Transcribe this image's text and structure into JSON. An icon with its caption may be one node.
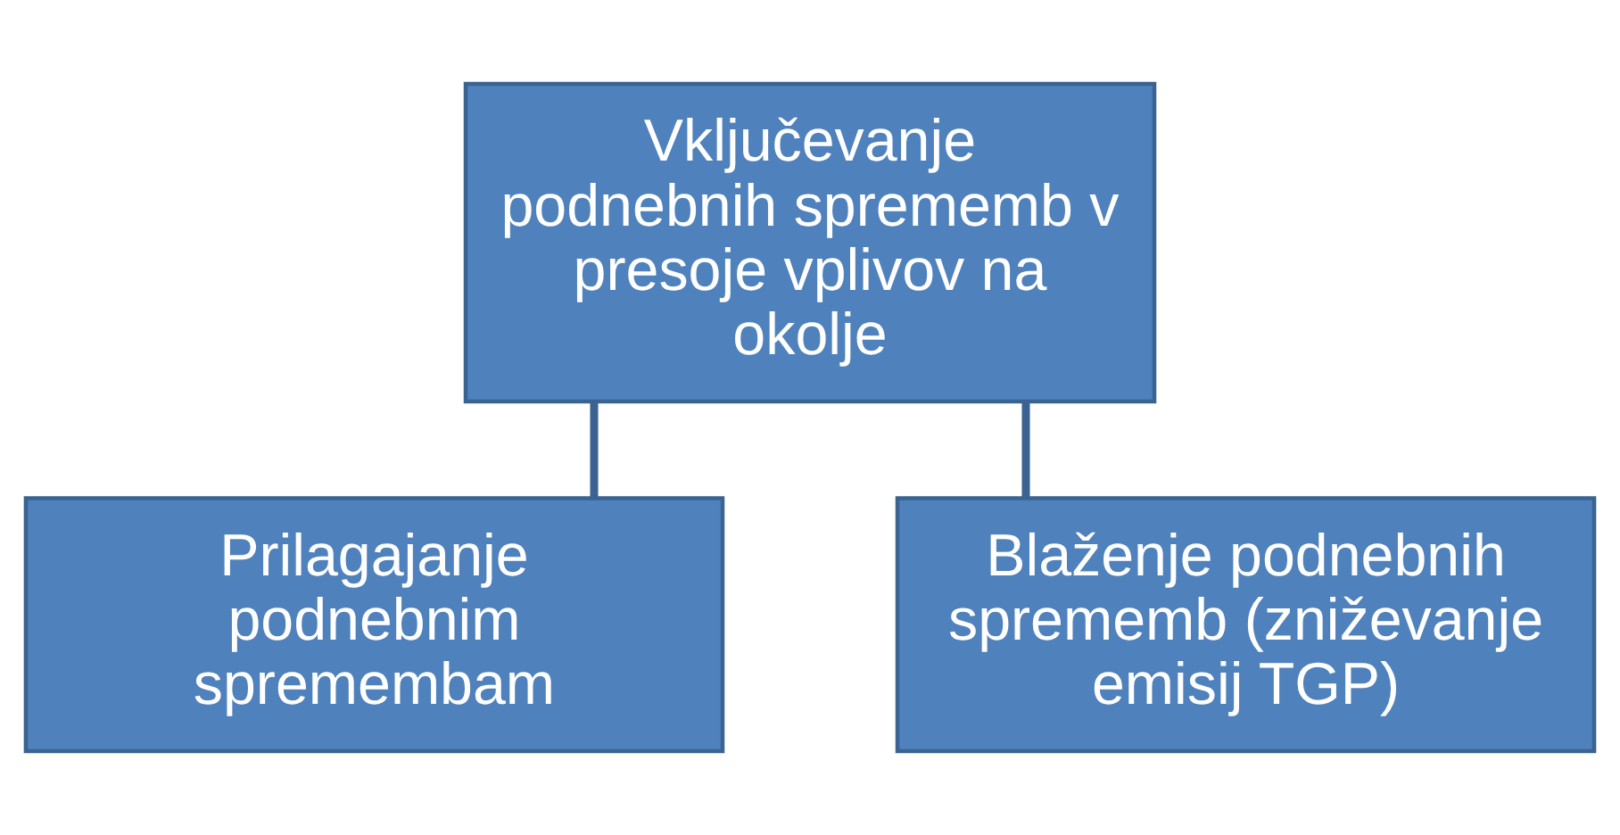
{
  "diagram": {
    "nodes": [
      {
        "text": [
          "Vključevanje podnebnih sprememb v presoje vplivov na okolje"
        ]
      },
      {
        "text": [
          "Prilagajanje podnebnim spremembam"
        ]
      },
      {
        "text": [
          "Blaženje podnebnih sprememb (zniževanje emisij TGP)"
        ]
      }
    ],
    "edges": [
      {
        "from": 0,
        "to": 1,
        "arrow": "none"
      },
      {
        "from": 0,
        "to": 2,
        "arrow": "none"
      }
    ]
  }
}
